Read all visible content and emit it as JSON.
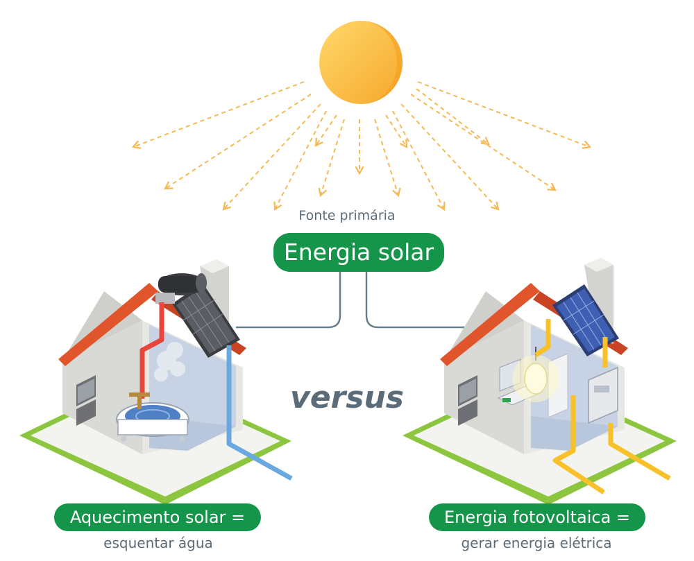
{
  "labels": {
    "primary_caption": "Fonte primária",
    "source": "Energia solar",
    "comparison": "versus",
    "left_title": "Aquecimento solar =",
    "left_caption": "esquentar água",
    "right_title": "Energia fotovoltaica =",
    "right_caption": "gerar energia elétrica"
  },
  "colors": {
    "accent_green": "#14954a",
    "sun": "#fbbd3a",
    "ray": "#f5b955",
    "connector": "#6a7d8a",
    "text_gray": "#5b6b78",
    "hot_pipe": "#e8453c",
    "cold_pipe": "#6aa9e0",
    "electric_pipe": "#f8c12a"
  }
}
